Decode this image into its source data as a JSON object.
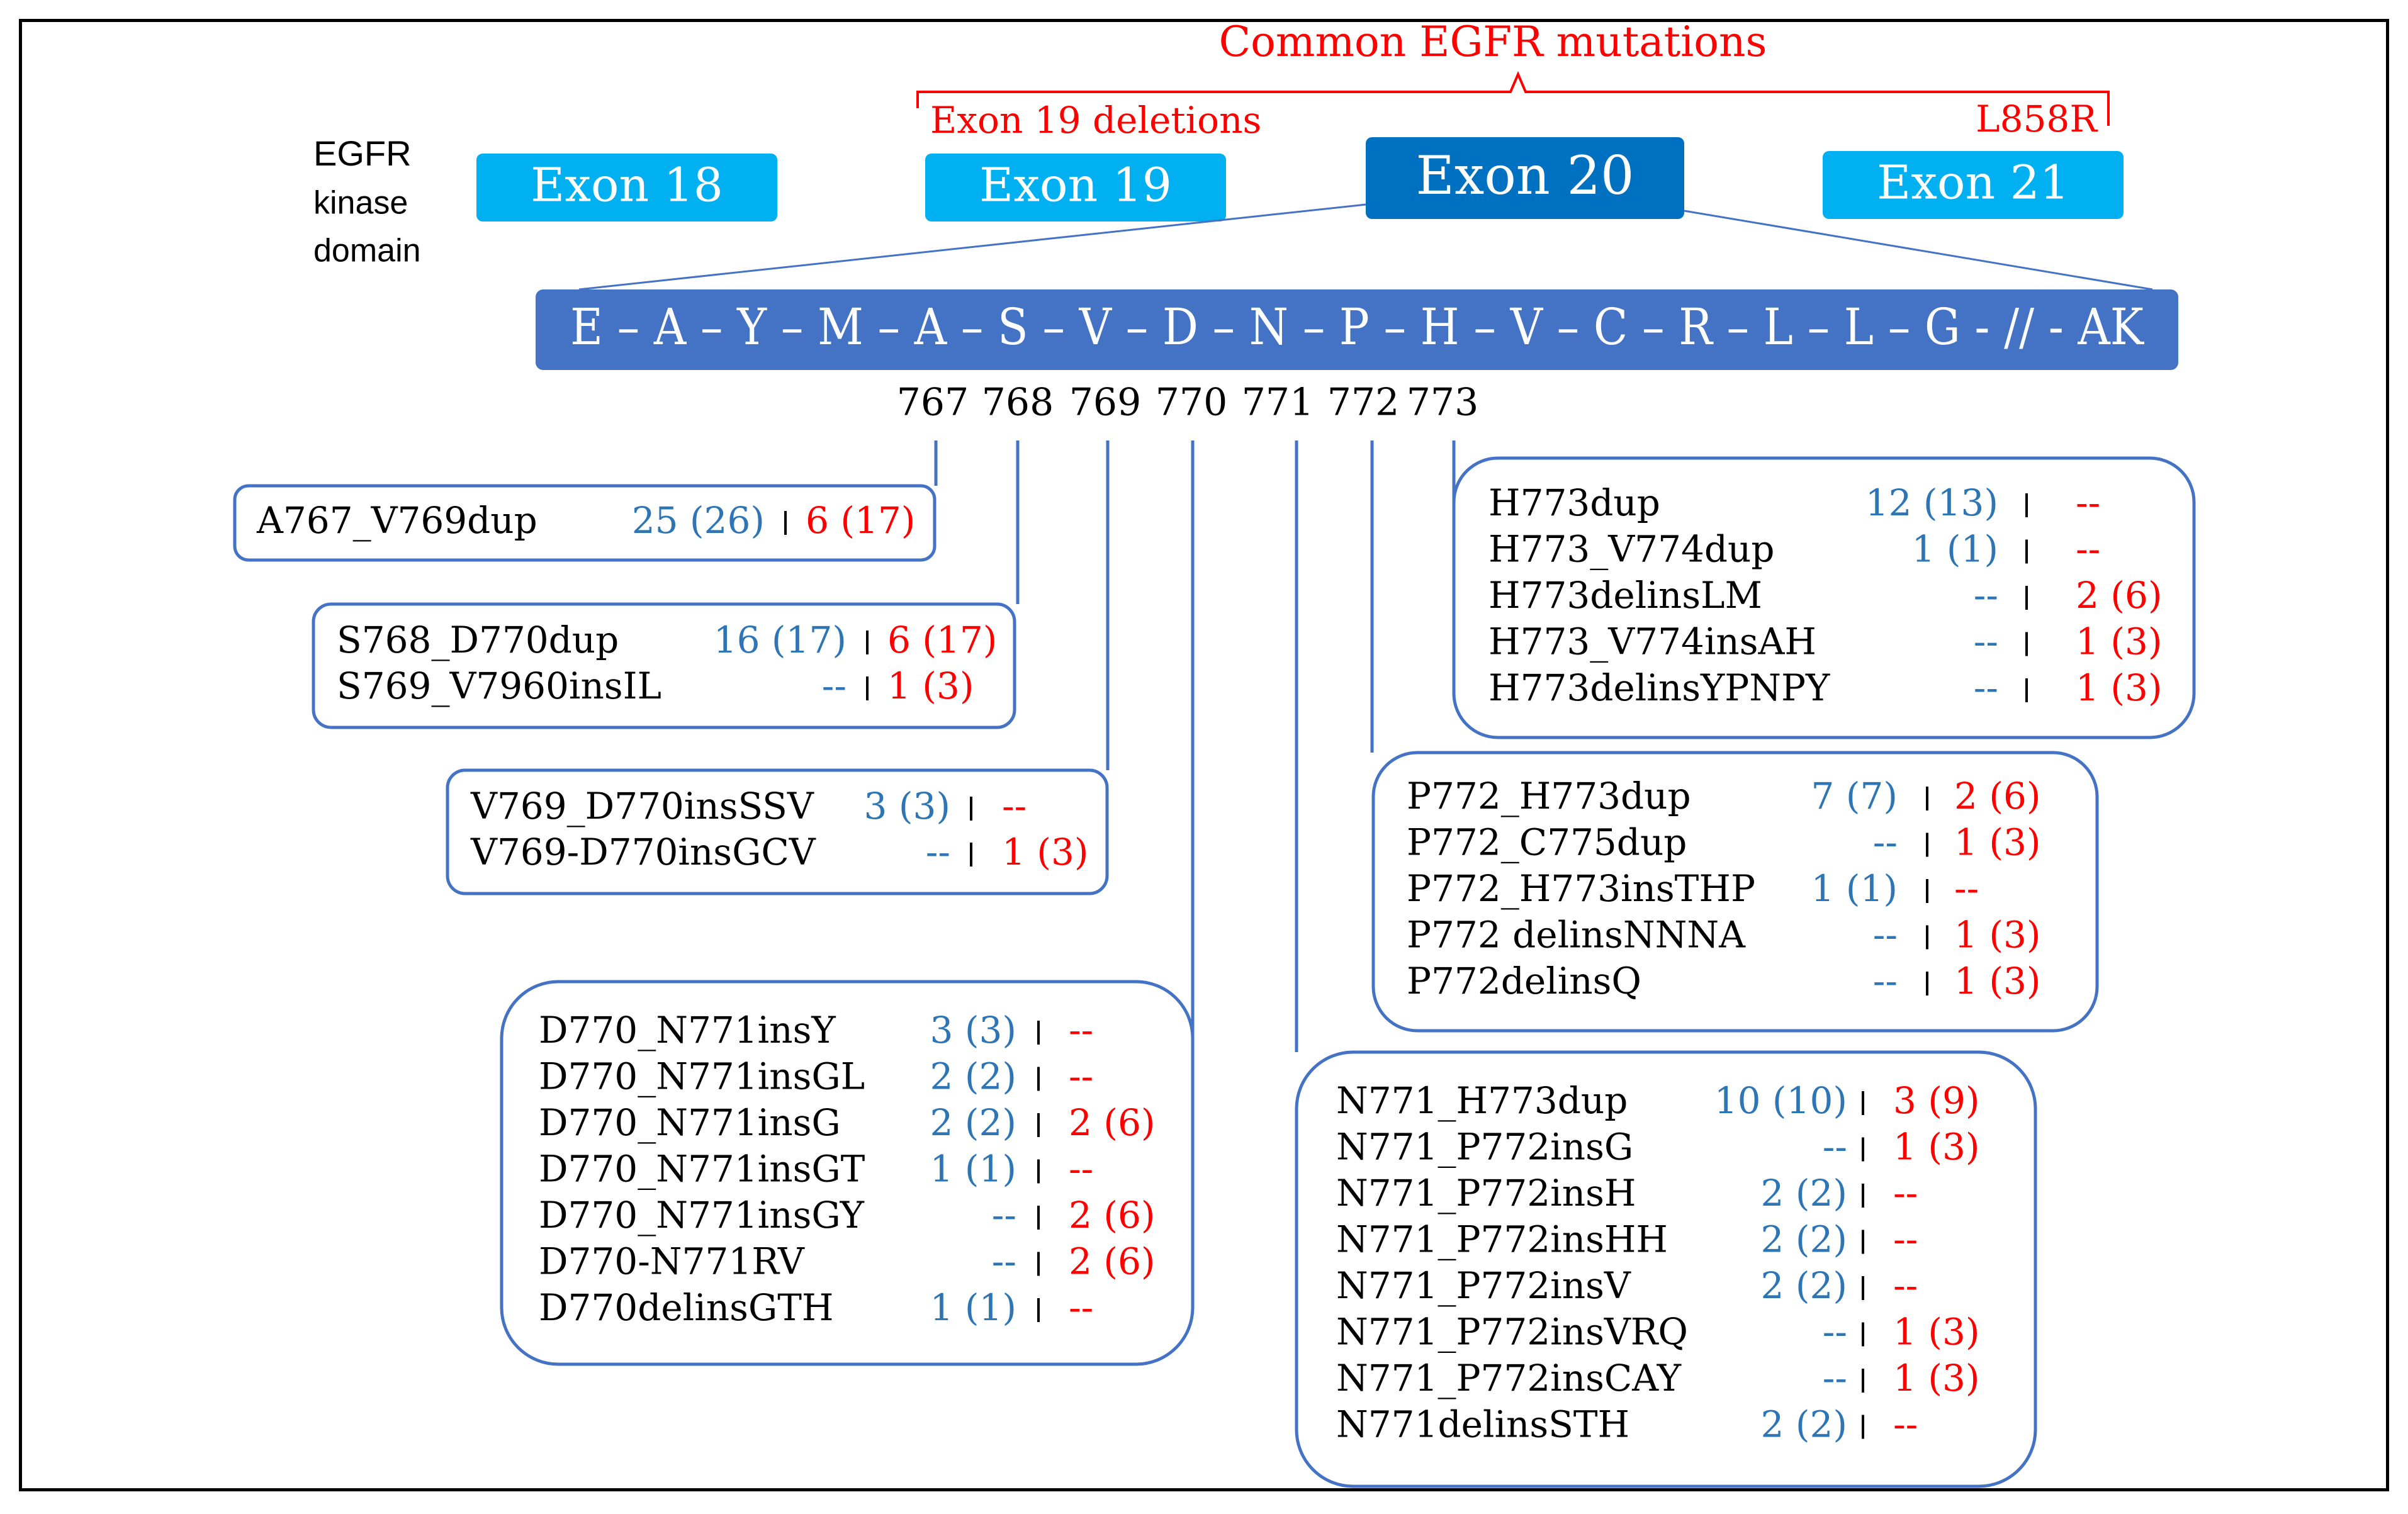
{
  "title": "Common EGFR mutations",
  "domain_label": [
    "EGFR",
    "kinase",
    "domain"
  ],
  "brackets": {
    "left": "Exon 19 deletions",
    "right": "L858R"
  },
  "exons": [
    "Exon 18",
    "Exon 19",
    "Exon 20",
    "Exon 21"
  ],
  "sequence": "E – A – Y – M – A – S – V – D – N – P – H – V – C – R – L – L – G  - // - AK",
  "positions": [
    "767",
    "768",
    "769",
    "770",
    "771",
    "772",
    "773"
  ],
  "colors": {
    "exon_light": "#00B0F0",
    "exon_dark": "#0070C0",
    "sequence_bar": "#4472C4",
    "box_border": "#4472C4",
    "blue_text": "#2E75B6",
    "red_text": "#FF0000"
  },
  "groups": [
    {
      "id": "a767",
      "rows": [
        {
          "name": "A767_V769dup",
          "a": "25 (26)",
          "b": "6 (17)"
        }
      ]
    },
    {
      "id": "s768",
      "rows": [
        {
          "name": "S768_D770dup",
          "a": "16 (17)",
          "b": "6 (17)"
        },
        {
          "name": "S769_V7960insIL",
          "a": "--",
          "b": "1 (3)"
        }
      ]
    },
    {
      "id": "v769",
      "rows": [
        {
          "name": "V769_D770insSSV",
          "a": "3 (3)",
          "b": "--"
        },
        {
          "name": "V769-D770insGCV",
          "a": "--",
          "b": "1 (3)"
        }
      ]
    },
    {
      "id": "d770",
      "rows": [
        {
          "name": "D770_N771insY",
          "a": "3 (3)",
          "b": "--"
        },
        {
          "name": "D770_N771insGL",
          "a": "2 (2)",
          "b": "--"
        },
        {
          "name": "D770_N771insG",
          "a": "2 (2)",
          "b": "2 (6)"
        },
        {
          "name": "D770_N771insGT",
          "a": "1 (1)",
          "b": "--"
        },
        {
          "name": "D770_N771insGY",
          "a": "--",
          "b": "2 (6)"
        },
        {
          "name": "D770-N771RV",
          "a": "--",
          "b": "2 (6)"
        },
        {
          "name": "D770delinsGTH",
          "a": "1 (1)",
          "b": "--"
        }
      ]
    },
    {
      "id": "h773",
      "rows": [
        {
          "name": "H773dup",
          "a": "12 (13)",
          "b": "--"
        },
        {
          "name": "H773_V774dup",
          "a": "1 (1)",
          "b": "--"
        },
        {
          "name": "H773delinsLM",
          "a": "--",
          "b": "2 (6)"
        },
        {
          "name": "H773_V774insAH",
          "a": "--",
          "b": "1 (3)"
        },
        {
          "name": "H773delinsYPNPY",
          "a": "--",
          "b": "1 (3)"
        }
      ]
    },
    {
      "id": "p772",
      "rows": [
        {
          "name": "P772_H773dup",
          "a": "7 (7)",
          "b": "2 (6)"
        },
        {
          "name": "P772_C775dup",
          "a": "--",
          "b": "1 (3)"
        },
        {
          "name": "P772_H773insTHP",
          "a": "1 (1)",
          "b": "--"
        },
        {
          "name": "P772 delinsNNNA",
          "a": "--",
          "b": "1 (3)"
        },
        {
          "name": "P772delinsQ",
          "a": "--",
          "b": "1 (3)"
        }
      ]
    },
    {
      "id": "n771",
      "rows": [
        {
          "name": "N771_H773dup",
          "a": "10 (10)",
          "b": "3 (9)"
        },
        {
          "name": "N771_P772insG",
          "a": "--",
          "b": "1 (3)"
        },
        {
          "name": "N771_P772insH",
          "a": "2 (2)",
          "b": "--"
        },
        {
          "name": "N771_P772insHH",
          "a": "2 (2)",
          "b": "--"
        },
        {
          "name": "N771_P772insV",
          "a": "2 (2)",
          "b": "--"
        },
        {
          "name": "N771_P772insVRQ",
          "a": "--",
          "b": "1 (3)"
        },
        {
          "name": "N771_P772insCAY",
          "a": "--",
          "b": "1 (3)"
        },
        {
          "name": "N771delinsSTH",
          "a": "2 (2)",
          "b": "--"
        }
      ]
    }
  ]
}
